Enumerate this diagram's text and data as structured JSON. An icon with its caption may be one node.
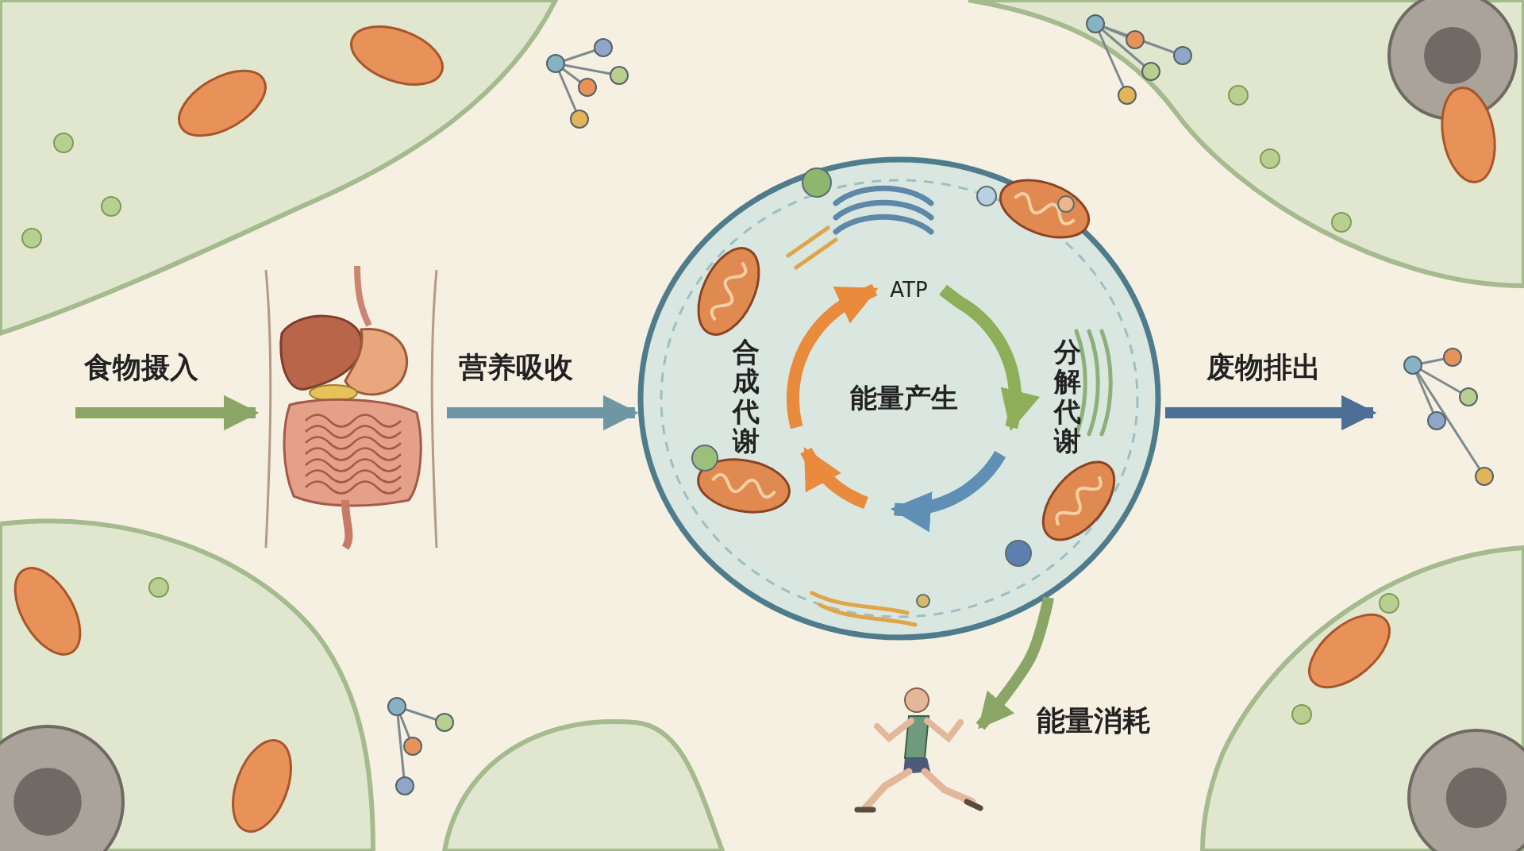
{
  "diagram": {
    "nodes": [
      {
        "text": [],
        "shape": "picture"
      },
      {
        "text": [],
        "shape": "circle"
      },
      {
        "text": [
          "ATP"
        ],
        "in": 1
      },
      {
        "text": [],
        "shape": "person"
      }
    ],
    "edges": [
      {
        "from": null,
        "to": 0,
        "arrow": "to",
        "label": "食物摄入",
        "color": "#8aa565"
      },
      {
        "from": 0,
        "to": 1,
        "arrow": "to",
        "label": "营养吸收",
        "color": "#6f97a3"
      },
      {
        "from": 1,
        "to": null,
        "arrow": "to",
        "label": "废物排出",
        "color": "#4e6f95"
      },
      {
        "from": 1,
        "to": 3,
        "arrow": "to",
        "label": "能量消耗",
        "color": "#8aa565"
      },
      {
        "from": null,
        "to": 2,
        "arrow": "to",
        "color": "#e98a3c"
      },
      {
        "from": 2,
        "to": null,
        "arrow": "to",
        "color": "#8fae5a"
      }
    ],
    "labels": [
      "合成代谢",
      "能量产生",
      "分解代谢"
    ]
  }
}
